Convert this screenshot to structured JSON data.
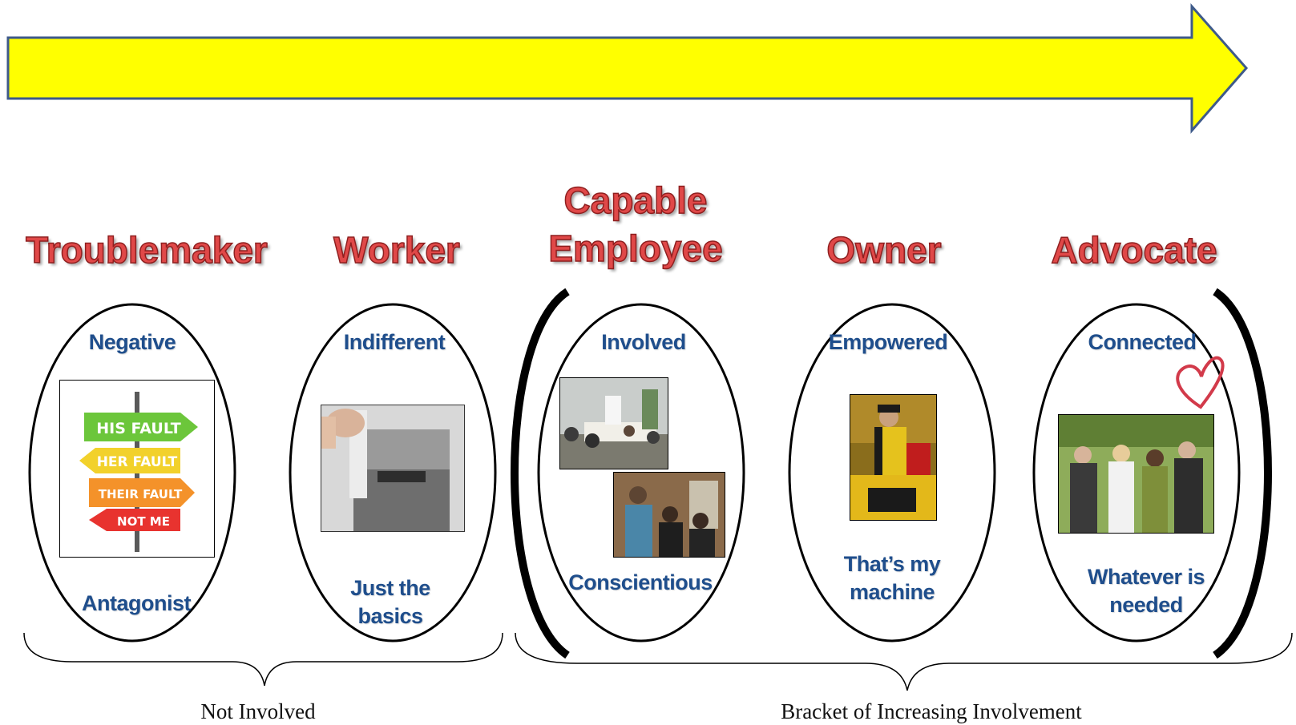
{
  "colors": {
    "arrow_fill": "#ffff00",
    "arrow_stroke": "#3e5a8a",
    "title_color": "#e04848",
    "label_color": "#1f4e8c",
    "heart_color": "#d23a4a"
  },
  "stages": [
    {
      "title": "Troublemaker",
      "top_label": "Negative",
      "bottom_label": "Antagonist"
    },
    {
      "title": "Worker",
      "top_label": "Indifferent",
      "bottom_label": "Just the basics"
    },
    {
      "title": "Capable Employee",
      "top_label": "Involved",
      "bottom_label": "Conscientious"
    },
    {
      "title": "Owner",
      "top_label": "Empowered",
      "bottom_label": "That’s my machine"
    },
    {
      "title": "Advocate",
      "top_label": "Connected",
      "bottom_label": "Whatever is needed"
    }
  ],
  "signpost": [
    "HIS FAULT",
    "HER FAULT",
    "THEIR FAULT",
    "NOT ME"
  ],
  "groups": {
    "not_involved": "Not Involved",
    "increasing": "Bracket of Increasing Involvement"
  },
  "icons": [
    "arrow-icon",
    "heart-icon",
    "bracket-icon",
    "brace-icon"
  ]
}
